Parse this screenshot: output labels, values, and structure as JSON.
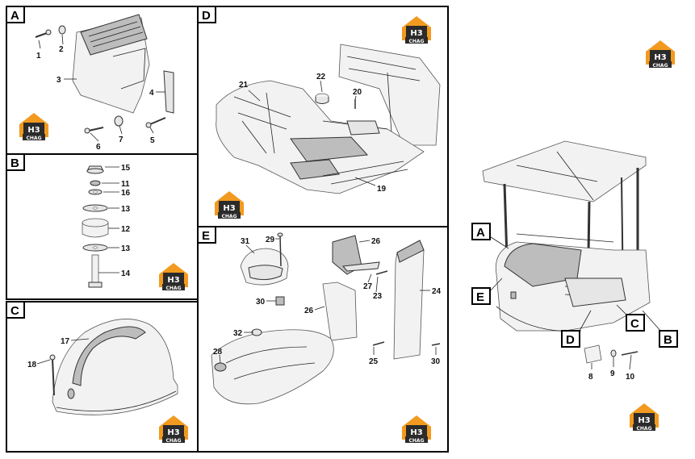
{
  "panels": {
    "A": {
      "label": "A",
      "callouts": [
        "1",
        "2",
        "3",
        "4",
        "5",
        "6",
        "7"
      ]
    },
    "B": {
      "label": "B",
      "callouts": [
        "15",
        "11",
        "16",
        "13",
        "12",
        "13",
        "14"
      ]
    },
    "C": {
      "label": "C",
      "callouts": [
        "17",
        "18"
      ]
    },
    "D": {
      "label": "D",
      "callouts": [
        "21",
        "22",
        "20",
        "19"
      ]
    },
    "E": {
      "label": "E",
      "callouts": [
        "31",
        "29",
        "26",
        "27",
        "23",
        "24",
        "30",
        "26",
        "32",
        "28",
        "25",
        "30"
      ]
    }
  },
  "overview": {
    "markers": [
      "A",
      "E",
      "D",
      "C",
      "B"
    ],
    "callouts": [
      "8",
      "9",
      "10"
    ]
  },
  "logo": {
    "top": "H3",
    "bottom": "CHAG"
  },
  "colors": {
    "logo_orange": "#f29a1f",
    "logo_dark": "#2b2b2b",
    "frame": "#000000"
  }
}
